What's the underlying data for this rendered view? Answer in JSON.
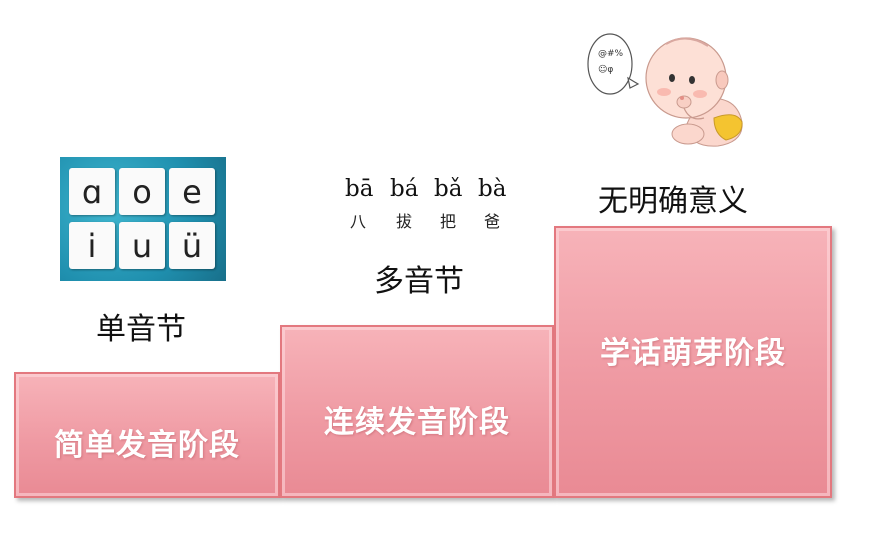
{
  "steps": [
    {
      "label": "简单发音阶段",
      "caption": "单音节"
    },
    {
      "label": "连续发音阶段",
      "caption": "多音节"
    },
    {
      "label": "学话萌芽阶段",
      "caption": "无明确意义"
    }
  ],
  "vowels": [
    "ɑ",
    "o",
    "e",
    "i",
    "u",
    "ü"
  ],
  "pinyin": [
    {
      "py": "bā",
      "hz": "八"
    },
    {
      "py": "bá",
      "hz": "拔"
    },
    {
      "py": "bǎ",
      "hz": "把"
    },
    {
      "py": "bà",
      "hz": "爸"
    }
  ],
  "bubble": {
    "line1": "@#%",
    "line2": "☺φ"
  },
  "colors": {
    "step_fill": "#ef9aa3",
    "step_border": "#e3787f",
    "panel": "#1f8fae"
  }
}
